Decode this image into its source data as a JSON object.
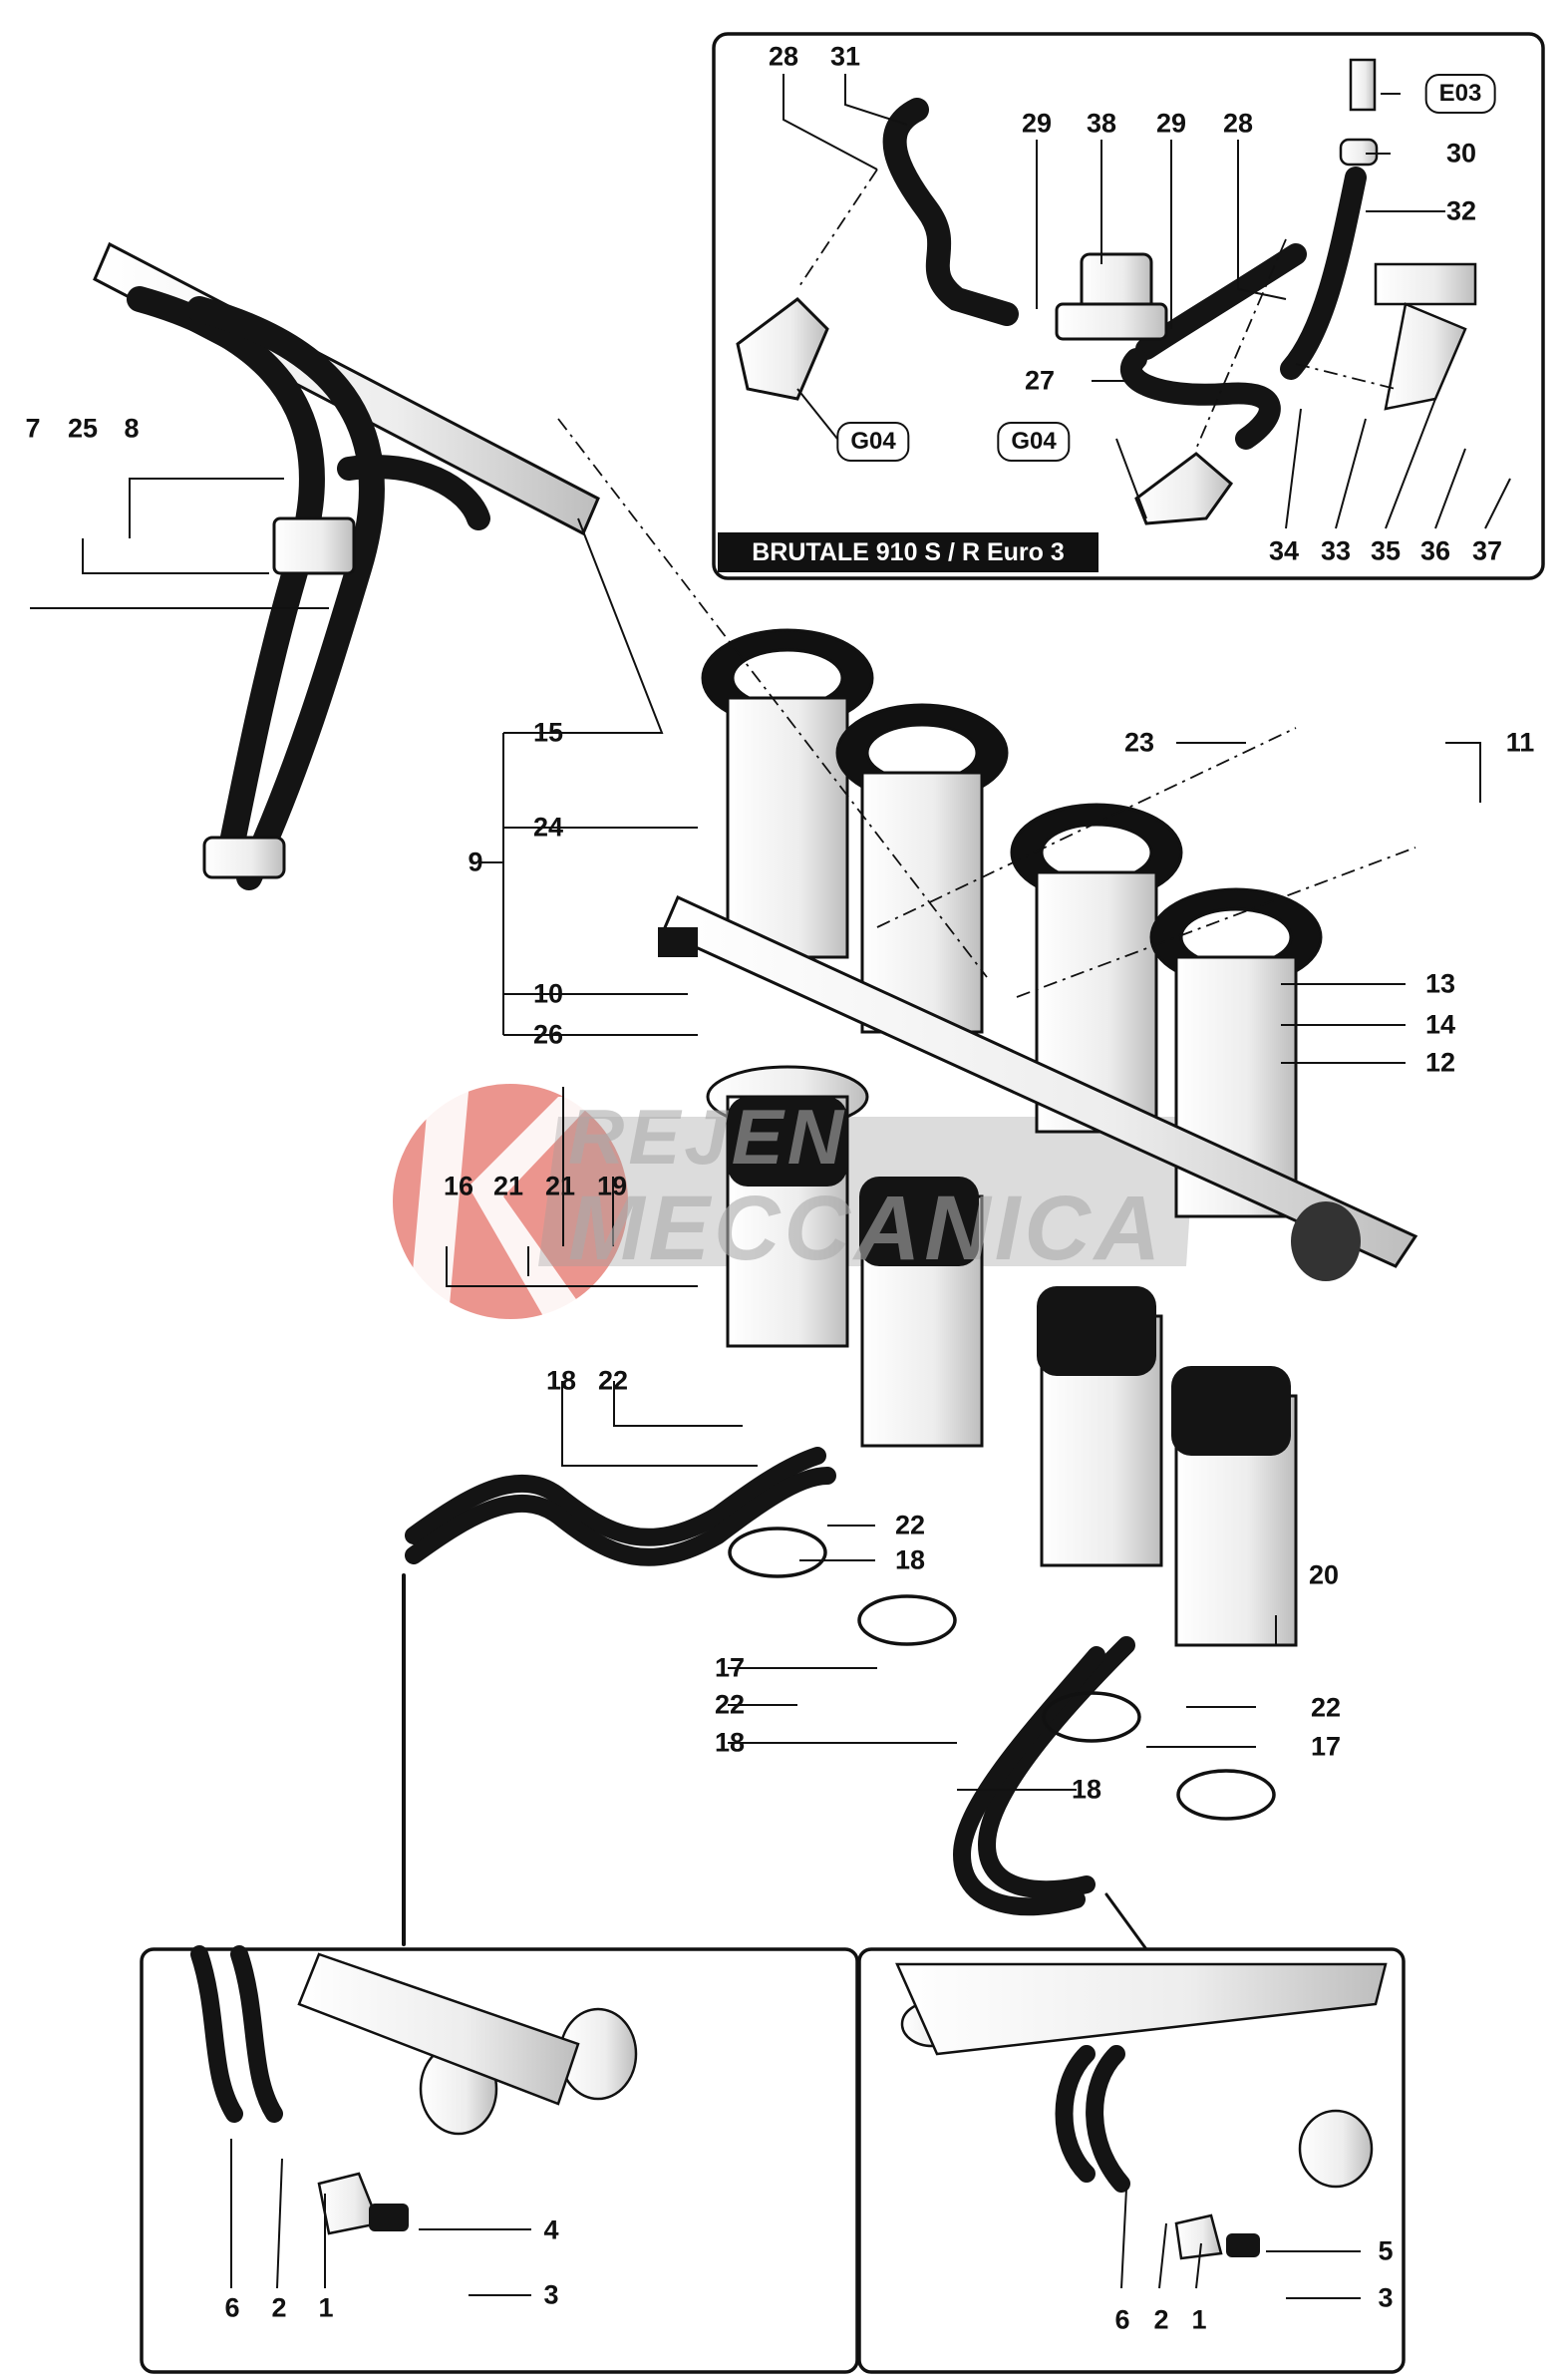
{
  "inset_title": "BRUTALE 910 S / R Euro 3",
  "ref_badges": [
    "E03",
    "G04",
    "G04"
  ],
  "watermark": {
    "line1": "REJEN",
    "line2": "MECCANICA"
  },
  "labels": [
    "1",
    "2",
    "3",
    "4",
    "5",
    "6",
    "7",
    "8",
    "9",
    "10",
    "11",
    "12",
    "13",
    "14",
    "15",
    "16",
    "17",
    "18",
    "19",
    "20",
    "21",
    "22",
    "23",
    "24",
    "25",
    "26",
    "27",
    "28",
    "29",
    "30",
    "31",
    "32",
    "33",
    "34",
    "35",
    "36",
    "37",
    "38"
  ],
  "colors": {
    "line": "#111111",
    "hose": "#141414",
    "watermark_red": "#e8827a",
    "watermark_gray": "#9a9a9a"
  }
}
